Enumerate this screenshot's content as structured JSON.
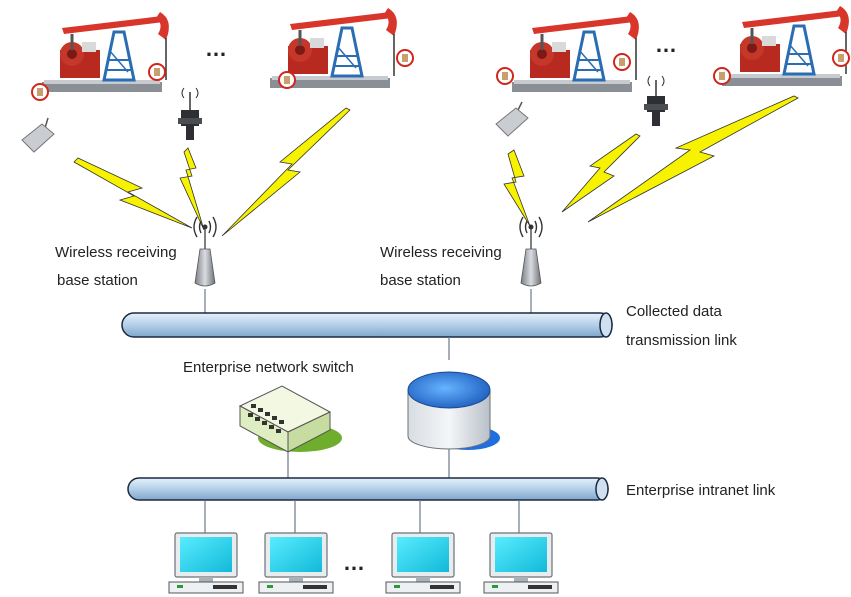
{
  "labels": {
    "base_station_left_1": "Wireless receiving",
    "base_station_left_2": "base station",
    "base_station_right_1": "Wireless receiving",
    "base_station_right_2": "base station",
    "collected_link_1": "Collected data",
    "collected_link_2": "transmission link",
    "switch": "Enterprise network switch",
    "intranet_link": "Enterprise intranet link"
  },
  "ellipsis": {
    "top_left": "…",
    "top_right": "…",
    "computers": "…"
  },
  "colors": {
    "pipe_fill": "#b9d3ea",
    "pipe_stroke": "#1a2a40",
    "lightning": "#f6f200",
    "db_blue": "#2f7fe0",
    "switch_body": "#e2efc6",
    "switch_shadow": "#6fae2c",
    "monitor_screen": "#27d8f0",
    "pump_red": "#cc3322",
    "tower": "#2a6db3"
  },
  "icons": [
    "pump-jack-icon",
    "wireless-sensor-icon",
    "sensor-transmitter-icon",
    "antenna-tower-icon",
    "database-icon",
    "network-switch-icon",
    "computer-icon"
  ]
}
